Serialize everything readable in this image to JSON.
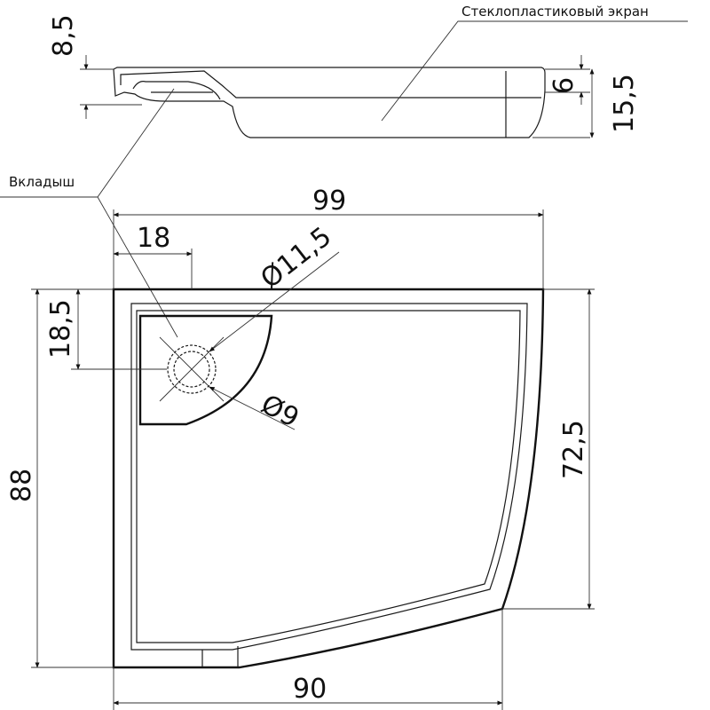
{
  "labels": {
    "fiberglass_screen": "Стеклопластиковый экран",
    "insert": "Вкладыш"
  },
  "dimensions": {
    "side_height": "8,5",
    "side_rim": "6",
    "side_total": "15,5",
    "width_top": "99",
    "drain_offset_x": "18",
    "drain_offset_y": "18,5",
    "diameter_outer": "Ø11,5",
    "diameter_inner": "Ø9",
    "depth_total": "88",
    "depth_right": "72,5",
    "width_bottom": "90"
  }
}
